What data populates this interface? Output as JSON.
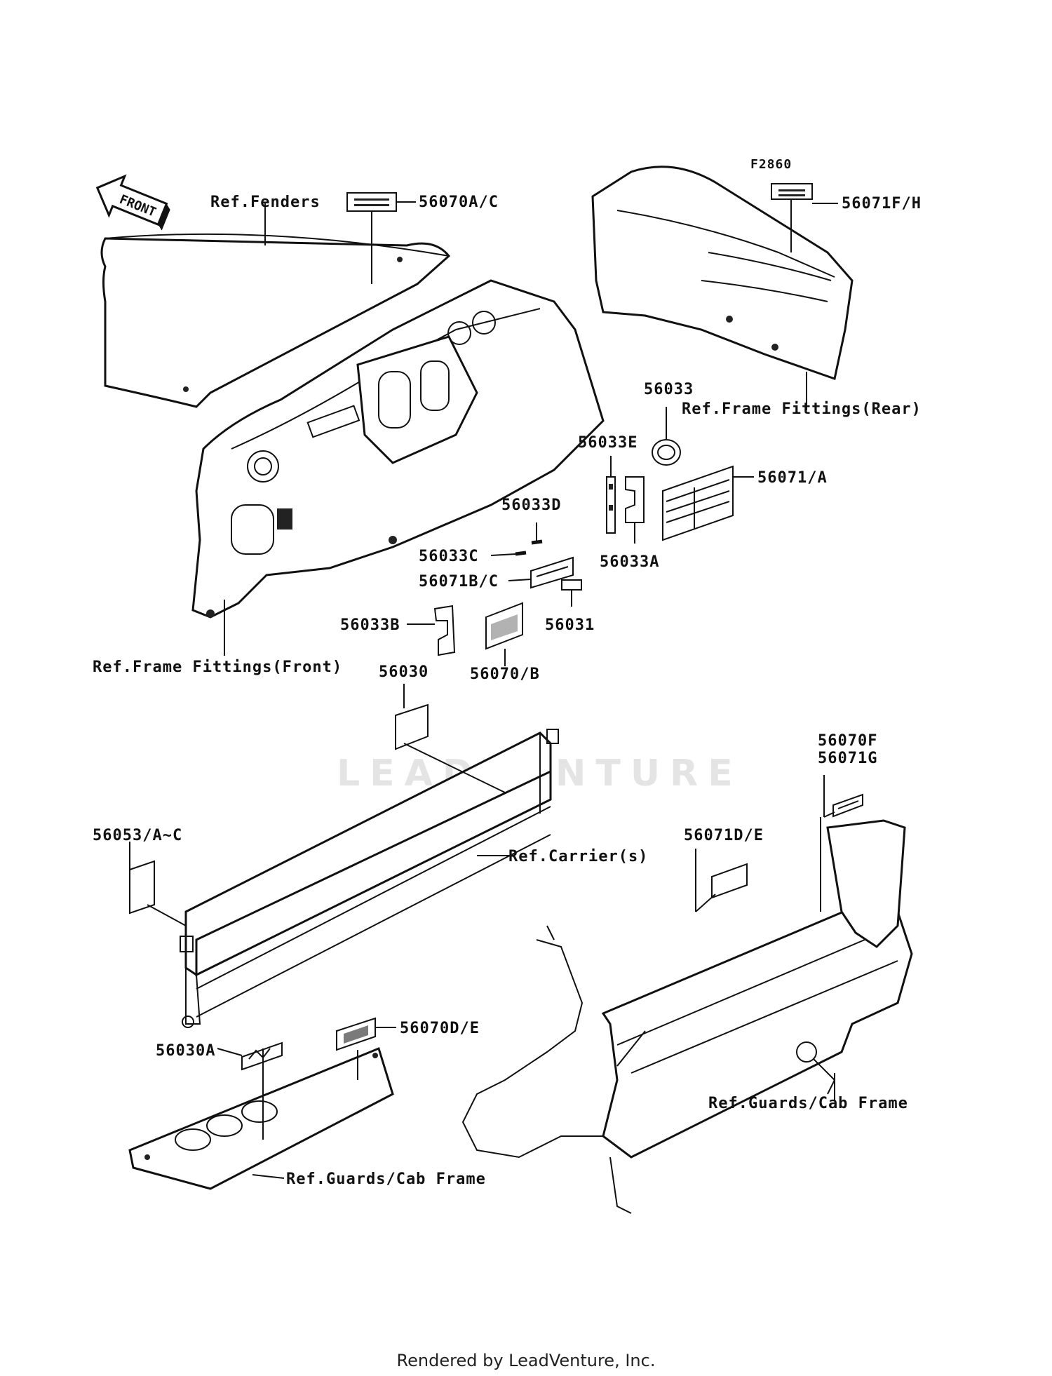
{
  "figure_id": "F2860",
  "front_arrow": "FRONT",
  "watermark": "LEADVENTURE",
  "footer": "Rendered by LeadVenture, Inc.",
  "labels": {
    "ref_fenders": "Ref.Fenders",
    "p56070ac": "56070A/C",
    "p56071fh": "56071F/H",
    "p56033": "56033",
    "ref_frame_rear": "Ref.Frame Fittings(Rear)",
    "p56033e": "56033E",
    "p56071a": "56071/A",
    "p56033d": "56033D",
    "p56033c": "56033C",
    "p56033a": "56033A",
    "p56071bc": "56071B/C",
    "p56033b": "56033B",
    "p56031": "56031",
    "ref_frame_front": "Ref.Frame Fittings(Front)",
    "p56070b": "56070/B",
    "p56030": "56030",
    "p56070f": "56070F",
    "p56071g": "56071G",
    "p56053": "56053/A~C",
    "p56071de": "56071D/E",
    "ref_carrier": "Ref.Carrier(s)",
    "p56070de": "56070D/E",
    "p56030a": "56030A",
    "ref_guards_right": "Ref.Guards/Cab Frame",
    "ref_guards_left": "Ref.Guards/Cab Frame"
  }
}
